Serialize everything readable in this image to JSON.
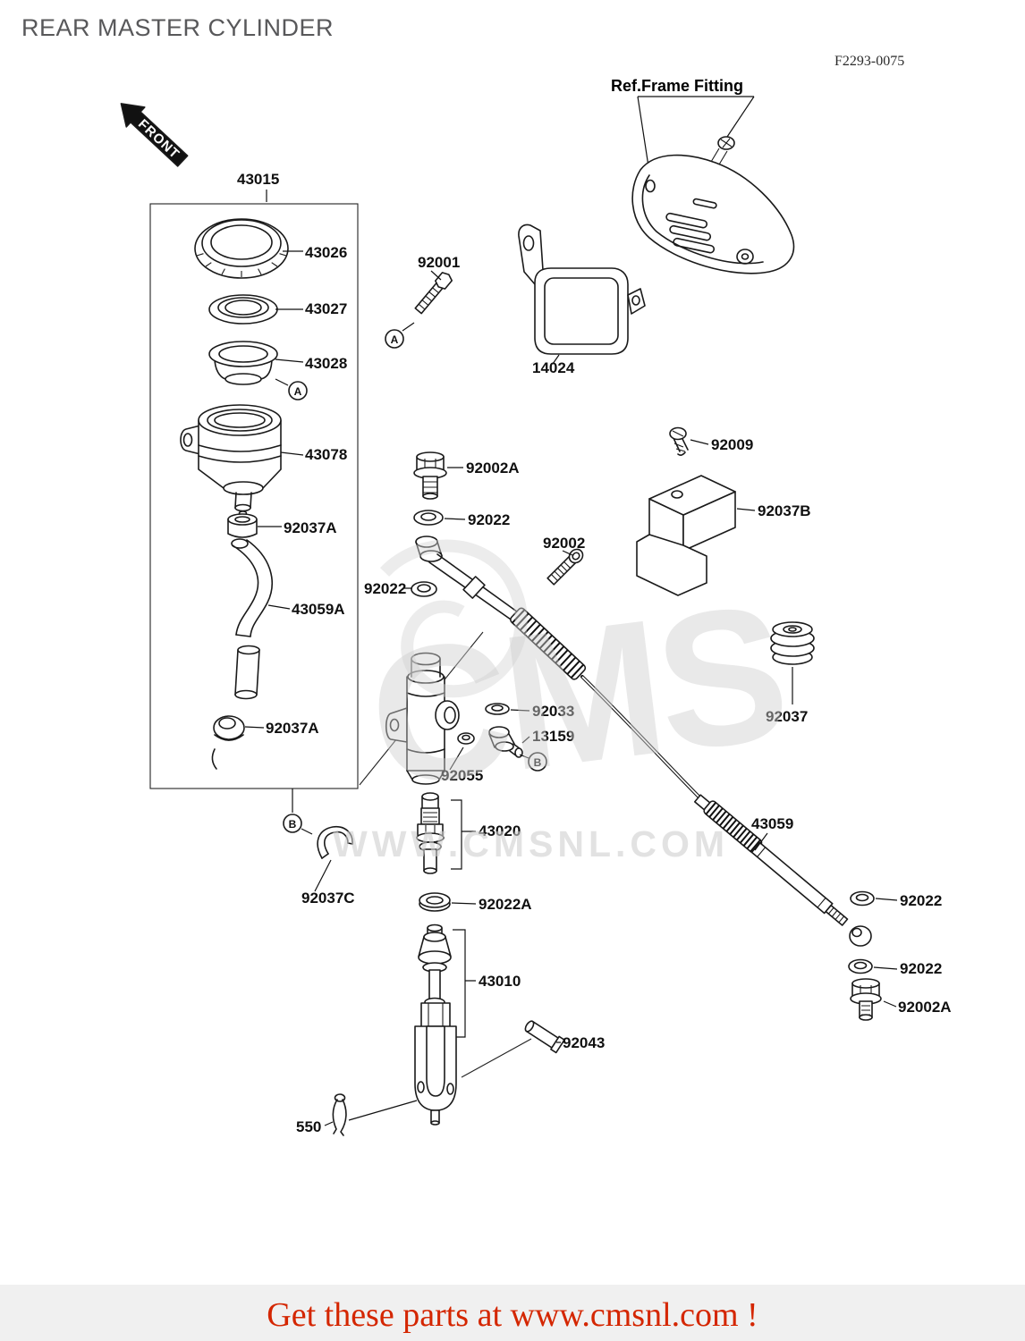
{
  "header": {
    "title": "REAR MASTER CYLINDER",
    "fiche_code": "F2293-0075"
  },
  "diagram": {
    "front_arrow_label": "FRONT",
    "ref_frame_fitting_label": "Ref.Frame Fitting",
    "circled_a": "A",
    "circled_b": "B",
    "callouts": {
      "p43015": "43015",
      "p43026": "43026",
      "p43027": "43027",
      "p43028": "43028",
      "p43078": "43078",
      "p92037a_upper": "92037A",
      "p43059a": "43059A",
      "p92037a_lower": "92037A",
      "p92037c": "92037C",
      "p92001": "92001",
      "p92002a_top": "92002A",
      "p92022_top": "92022",
      "p92022_mid": "92022",
      "p92002": "92002",
      "p92033": "92033",
      "p13159": "13159",
      "p92055": "92055",
      "p43020": "43020",
      "p92022a": "92022A",
      "p43010": "43010",
      "p92043": "92043",
      "p550": "550",
      "p14024": "14024",
      "p92009": "92009",
      "p92037b": "92037B",
      "p92037": "92037",
      "p43059": "43059",
      "p92022_cable_upper": "92022",
      "p92022_cable_lower": "92022",
      "p92002a_bottom": "92002A"
    }
  },
  "watermark": {
    "logo_text": "CMS",
    "url_text": "WWW.CMSNL.COM"
  },
  "footer": {
    "text": "Get these parts at www.cmsnl.com !",
    "color": "#d42600",
    "background": "#f0f0f0"
  }
}
